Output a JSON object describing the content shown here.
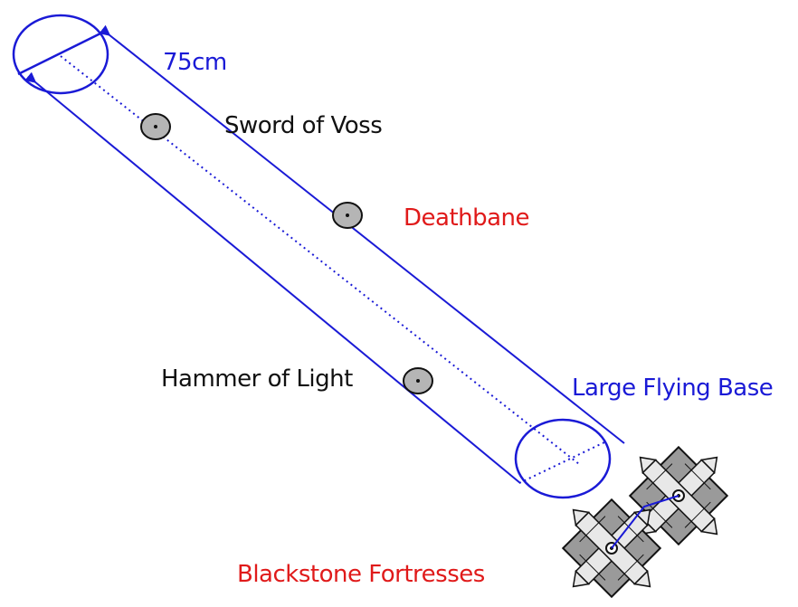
{
  "labels": {
    "distance": "75cm",
    "sword": "Sword of Voss",
    "deathbane": "Deathbane",
    "hammer": "Hammer of Light",
    "flying_base": "Large Flying Base",
    "fortresses": "Blackstone Fortresses"
  },
  "colors": {
    "blue": "#1a1ad6",
    "red": "#e01a1a",
    "black": "#111111",
    "model_fill": "#b5b5b5",
    "fortress_fill": "#a8a8a8"
  }
}
